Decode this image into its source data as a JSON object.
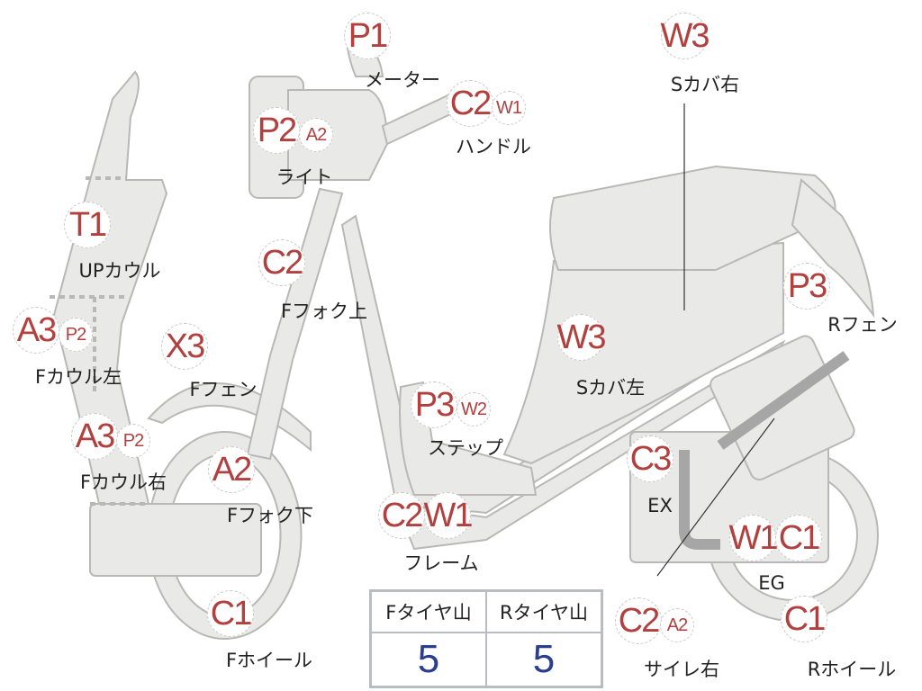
{
  "parts": [
    {
      "id": "meter",
      "marks": [
        "P1"
      ],
      "label": "メーター"
    },
    {
      "id": "light",
      "marks": [
        "P2",
        "A2"
      ],
      "label": "ライト"
    },
    {
      "id": "handle",
      "marks": [
        "C2",
        "W1"
      ],
      "label": "ハンドル"
    },
    {
      "id": "side-cover-right",
      "marks": [
        "W3"
      ],
      "label": "Sカバ右"
    },
    {
      "id": "up-cowl",
      "marks": [
        "T1"
      ],
      "label": "UPカウル"
    },
    {
      "id": "front-fork-upper",
      "marks": [
        "C2"
      ],
      "label": "Fフォク上"
    },
    {
      "id": "rear-fender",
      "marks": [
        "P3"
      ],
      "label": "Rフェン"
    },
    {
      "id": "front-cowl-left",
      "marks": [
        "A3",
        "P2"
      ],
      "label": "Fカウル左"
    },
    {
      "id": "front-fender",
      "marks": [
        "X3"
      ],
      "label": "Fフェン"
    },
    {
      "id": "side-cover-left",
      "marks": [
        "W3"
      ],
      "label": "Sカバ左"
    },
    {
      "id": "step",
      "marks": [
        "P3",
        "W2"
      ],
      "label": "ステップ"
    },
    {
      "id": "front-cowl-right",
      "marks": [
        "A3",
        "P2"
      ],
      "label": "Fカウル右"
    },
    {
      "id": "front-fork-lower",
      "marks": [
        "A2"
      ],
      "label": "Fフォク下"
    },
    {
      "id": "exhaust",
      "marks": [
        "C3"
      ],
      "label": "EX"
    },
    {
      "id": "frame",
      "marks": [
        "C2",
        "W1"
      ],
      "label": "フレーム"
    },
    {
      "id": "engine",
      "marks": [
        "W1",
        "C1"
      ],
      "label": "EG"
    },
    {
      "id": "front-wheel",
      "marks": [
        "C1"
      ],
      "label": "Fホイール"
    },
    {
      "id": "silencer-right",
      "marks": [
        "C2",
        "A2"
      ],
      "label": "サイレ右"
    },
    {
      "id": "rear-wheel",
      "marks": [
        "C1"
      ],
      "label": "Rホイール"
    }
  ],
  "tire_table": {
    "headers": [
      "Fタイヤ山",
      "Rタイヤ山"
    ],
    "values": [
      "5",
      "5"
    ]
  },
  "colors": {
    "mark_text": "#b1403f",
    "value_text": "#2a3f8f",
    "body_fill": "#e9e9e7"
  }
}
